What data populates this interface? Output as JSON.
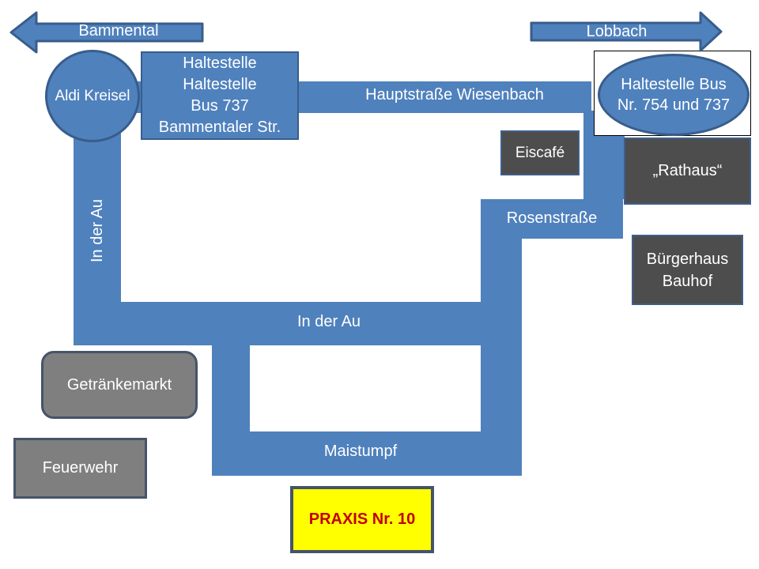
{
  "colors": {
    "road_blue": "#4f81bd",
    "shape_border_blue": "#385d8a",
    "dark_gray_box": "#4d4d4d",
    "mid_gray_box": "#7f7f7f",
    "gray_box_border": "#44546a",
    "praxis_background": "#ffff00",
    "praxis_text": "#c00000",
    "street_text": "#ffffff",
    "frame_border": "#000000"
  },
  "arrows": {
    "left_label": "Bammental",
    "right_label": "Lobbach"
  },
  "streets": {
    "hauptstrasse": "Hauptstraße Wiesenbach",
    "rosenstrasse": "Rosenstraße",
    "in_der_au_vertical": "In der Au",
    "in_der_au_horizontal": "In der Au",
    "maistumpf": "Maistumpf"
  },
  "landmarks": {
    "aldi_kreisel": "Aldi Kreisel",
    "bus_stop_left": {
      "line1": "Haltestelle",
      "line2": "Haltestelle",
      "line3": "Bus 737",
      "line4": "Bammentaler Str."
    },
    "bus_stop_right": {
      "line1": "Haltestelle Bus",
      "line2": "Nr. 754 und 737"
    },
    "eiscafe": "Eiscafé",
    "rathaus": "„Rathaus“",
    "buergerhaus": {
      "line1": "Bürgerhaus",
      "line2": "Bauhof"
    },
    "getraenkemarkt": "Getränkemarkt",
    "feuerwehr": "Feuerwehr",
    "praxis": "PRAXIS Nr. 10"
  }
}
